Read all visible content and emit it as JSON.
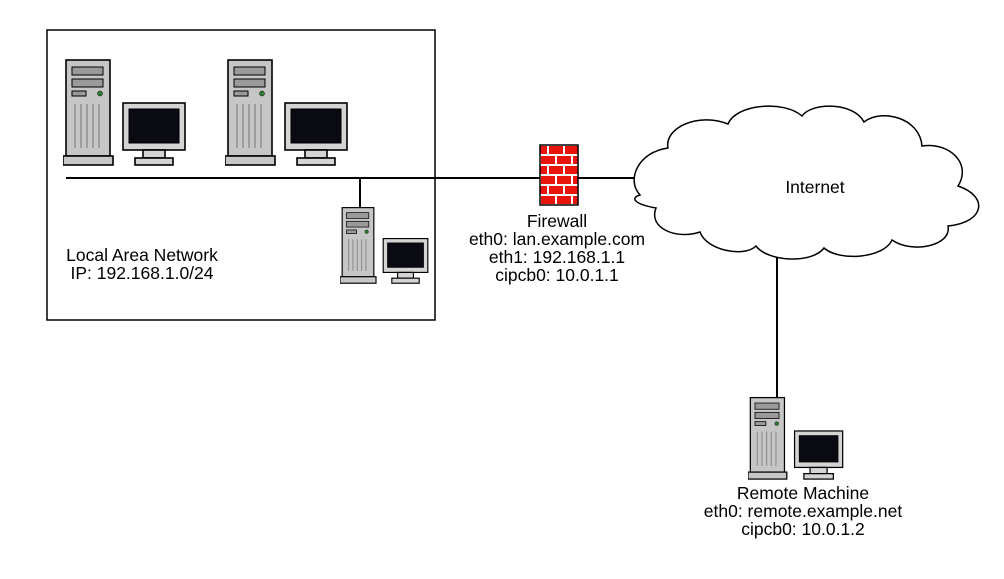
{
  "lan": {
    "title": "Local Area Network",
    "ip_line": "IP: 192.168.1.0/24"
  },
  "firewall": {
    "title": "Firewall",
    "lines": [
      "eth0: lan.example.com",
      "eth1: 192.168.1.1",
      "cipcb0: 10.0.1.1"
    ]
  },
  "internet": {
    "label": "Internet"
  },
  "remote": {
    "title": "Remote Machine",
    "lines": [
      "eth0: remote.example.net",
      "cipcb0: 10.0.1.2"
    ]
  },
  "icons": {
    "workstation": "desktop-pc-with-monitor-icon",
    "firewall": "red-brick-wall-icon",
    "internet": "cloud-icon"
  },
  "colors": {
    "firewall_brick": "#e8150d",
    "mortar": "#ffffff",
    "case_gray": "#c6c6c6",
    "screen_black": "#0a0a12",
    "line": "#000000",
    "background": "#ffffff"
  }
}
